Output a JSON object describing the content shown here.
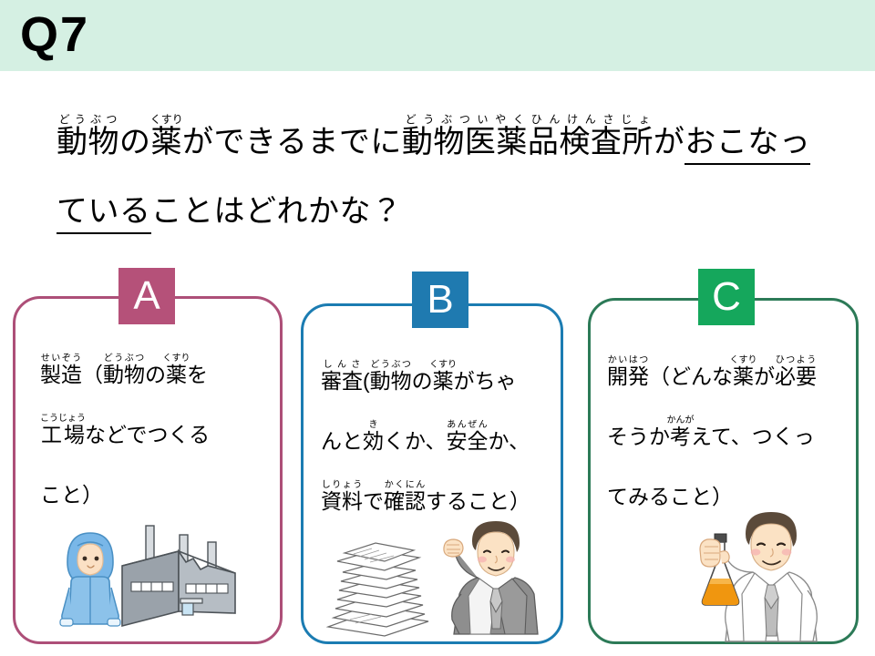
{
  "slide": {
    "header": {
      "question_label": "Q7",
      "band_color": "#d5f0e3"
    },
    "question": {
      "line1_segments": [
        {
          "text": "動物",
          "ruby": "どうぶつ"
        },
        {
          "text": "の",
          "ruby": ""
        },
        {
          "text": "薬",
          "ruby": "くすり"
        },
        {
          "text": "ができるまでに",
          "ruby": ""
        },
        {
          "text": "動物医薬品検査所",
          "ruby": "どうぶついやくひんけんさじょ"
        },
        {
          "text": "が",
          "ruby": ""
        },
        {
          "text": "おこなっ",
          "ruby": "",
          "underline": true
        }
      ],
      "line2_segments": [
        {
          "text": "ている",
          "ruby": "",
          "underline": true
        },
        {
          "text": "ことはどれかな？",
          "ruby": ""
        }
      ],
      "plain_text": "動物の薬ができるまでに動物医薬品検査所がおこなっていることはどれかな？"
    },
    "answers": [
      {
        "id": "A",
        "badge_label": "A",
        "badge_color": "#b55179",
        "border_color": "#ad4f78",
        "lines": [
          [
            {
              "text": "製造",
              "ruby": "せいぞう"
            },
            {
              "text": "（",
              "ruby": ""
            },
            {
              "text": "動物",
              "ruby": "どうぶつ"
            },
            {
              "text": "の",
              "ruby": ""
            },
            {
              "text": "薬",
              "ruby": "くすり"
            },
            {
              "text": "を",
              "ruby": ""
            }
          ],
          [
            {
              "text": "工場",
              "ruby": "こうじょう"
            },
            {
              "text": "などでつくる",
              "ruby": ""
            }
          ],
          [
            {
              "text": "こと）",
              "ruby": ""
            }
          ]
        ],
        "plain_text": "製造（動物の薬を工場などでつくること）",
        "illustration": "factory-worker-and-factory"
      },
      {
        "id": "B",
        "badge_label": "B",
        "badge_color": "#1f7ab0",
        "border_color": "#1b7cb2",
        "lines": [
          [
            {
              "text": "審査",
              "ruby": "しんさ"
            },
            {
              "text": "(",
              "ruby": ""
            },
            {
              "text": "動物",
              "ruby": "どうぶつ"
            },
            {
              "text": "の",
              "ruby": ""
            },
            {
              "text": "薬",
              "ruby": "くすり"
            },
            {
              "text": "がちゃ",
              "ruby": ""
            }
          ],
          [
            {
              "text": "んと",
              "ruby": ""
            },
            {
              "text": "効",
              "ruby": "き"
            },
            {
              "text": "くか、",
              "ruby": ""
            },
            {
              "text": "安全",
              "ruby": "あんぜん"
            },
            {
              "text": "か、",
              "ruby": ""
            }
          ],
          [
            {
              "text": "資料",
              "ruby": "しりょう"
            },
            {
              "text": "で",
              "ruby": ""
            },
            {
              "text": "確認",
              "ruby": "かくにん"
            },
            {
              "text": "すること）",
              "ruby": ""
            }
          ]
        ],
        "plain_text": "審査(動物の薬がちゃんと効くか、安全か、資料で確認すること）",
        "illustration": "document-stack-and-cheering-man"
      },
      {
        "id": "C",
        "badge_label": "C",
        "badge_color": "#15a75c",
        "border_color": "#2c7a57",
        "lines": [
          [
            {
              "text": "開発",
              "ruby": "かいはつ"
            },
            {
              "text": "（どんな",
              "ruby": ""
            },
            {
              "text": "薬",
              "ruby": "くすり"
            },
            {
              "text": "が",
              "ruby": ""
            },
            {
              "text": "必要",
              "ruby": "ひつよう"
            }
          ],
          [
            {
              "text": "そうか",
              "ruby": ""
            },
            {
              "text": "考",
              "ruby": "かんが"
            },
            {
              "text": "えて、つくっ",
              "ruby": ""
            }
          ],
          [
            {
              "text": "てみること）",
              "ruby": ""
            }
          ]
        ],
        "plain_text": "開発（どんな薬が必要そうか考えて、つくってみること）",
        "illustration": "scientist-with-flask"
      }
    ]
  }
}
